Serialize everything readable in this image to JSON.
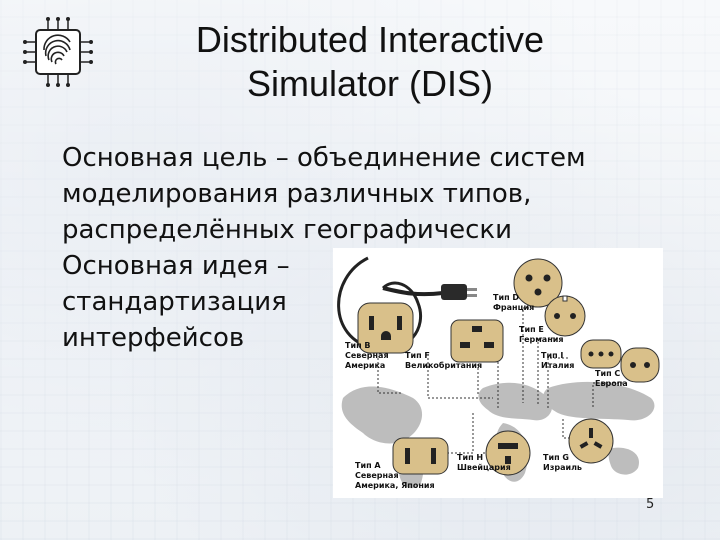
{
  "slide": {
    "title_line1": "Distributed Interactive",
    "title_line2": "Simulator (DIS)",
    "body_lines": [
      "Основная цель – объединение систем",
      "моделирования различных типов,",
      "распределённых географически",
      "Основная идея –",
      "стандартизация",
      "интерфейсов"
    ],
    "page_number": "5"
  },
  "figure": {
    "labels": {
      "a_type": "Тип A",
      "a_r1": "Северная",
      "a_r2": "Америка, Япония",
      "b_type": "Тип B",
      "b_r1": "Северная",
      "b_r2": "Америка",
      "c_type": "Тип C",
      "c_r": "Европа",
      "d_type": "Тип D",
      "d_r": "Франция",
      "e_type": "Тип E",
      "e_r": "Германия",
      "f_type": "Тип F",
      "f_r": "Великобритания",
      "g_type": "Тип G",
      "g_r": "Израиль",
      "h_type": "Тип H",
      "h_r": "Швейцария",
      "i_type": "Тип I",
      "i_r": "Италия"
    }
  },
  "colors": {
    "plug_tan": "#d9c08a",
    "plug_dark": "#2a2a2a",
    "map_gray": "#b9b9b9"
  },
  "icons": {
    "logo": "circuit-chip-icon"
  }
}
